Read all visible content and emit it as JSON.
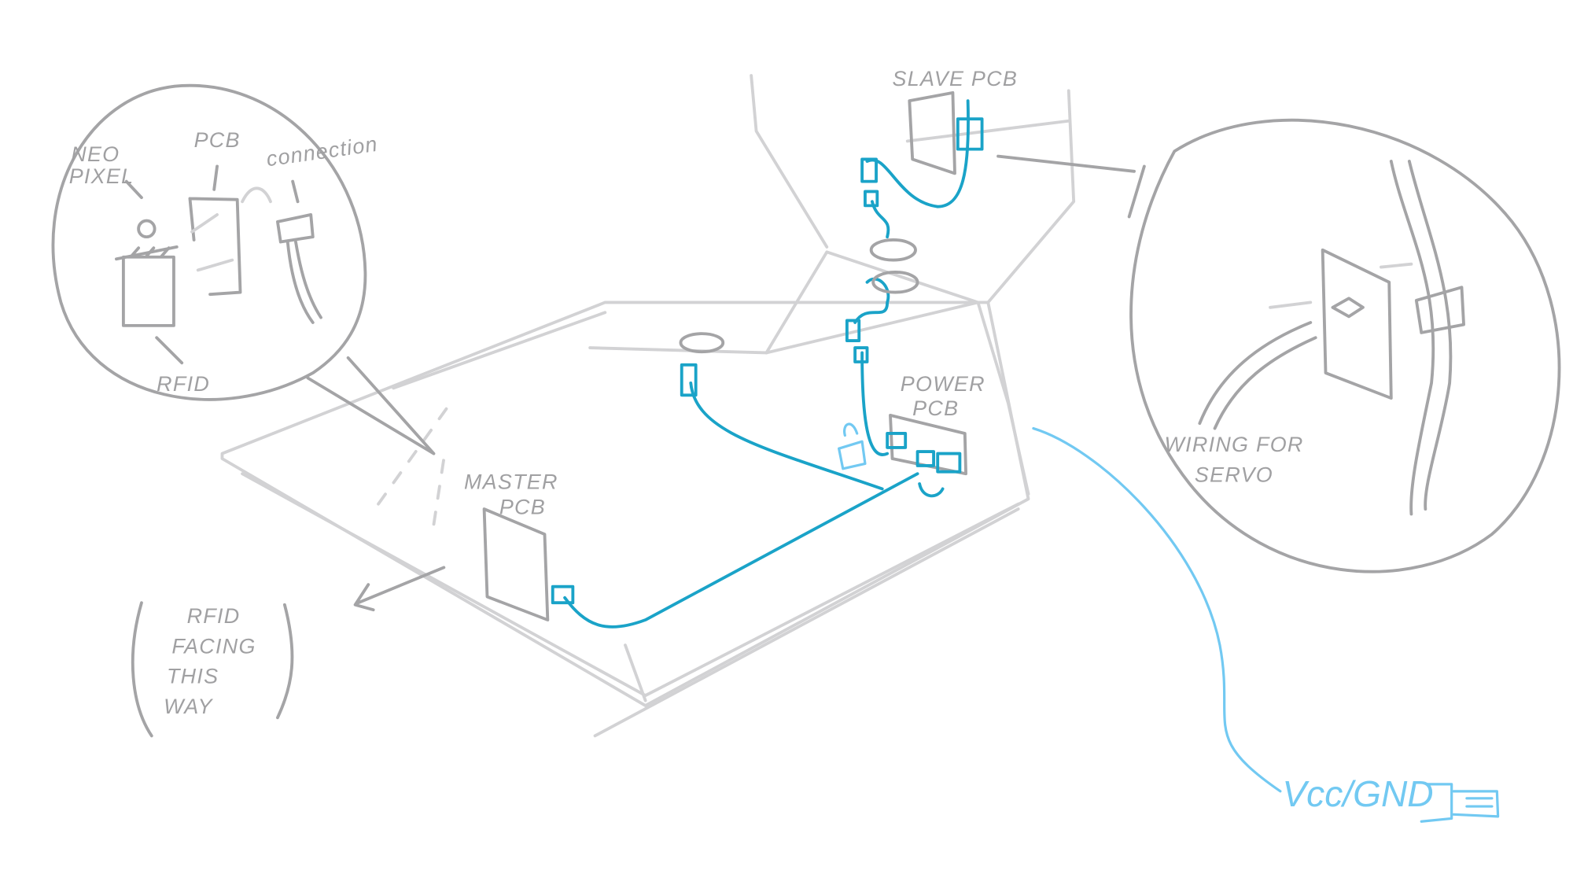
{
  "labels": {
    "neo_pixel": [
      "NEO",
      "PIXEL"
    ],
    "pcb": "PCB",
    "connection": "connection",
    "rfid": "RFID",
    "slave_pcb": "SLAVE PCB",
    "power_pcb": [
      "POWER",
      "PCB"
    ],
    "master_pcb": [
      "MASTER",
      "PCB"
    ],
    "rfid_facing": [
      "RFID",
      "FACING",
      "THIS",
      "WAY"
    ],
    "wiring_for_servo": [
      "WIRING FOR",
      "SERVO"
    ],
    "vcc_gnd": "Vcc/GND"
  },
  "colors": {
    "sketch": "#a4a4a6",
    "light_sketch": "#d2d2d4",
    "wire": "#1aa3c8",
    "power_wire": "#72c9f2"
  }
}
